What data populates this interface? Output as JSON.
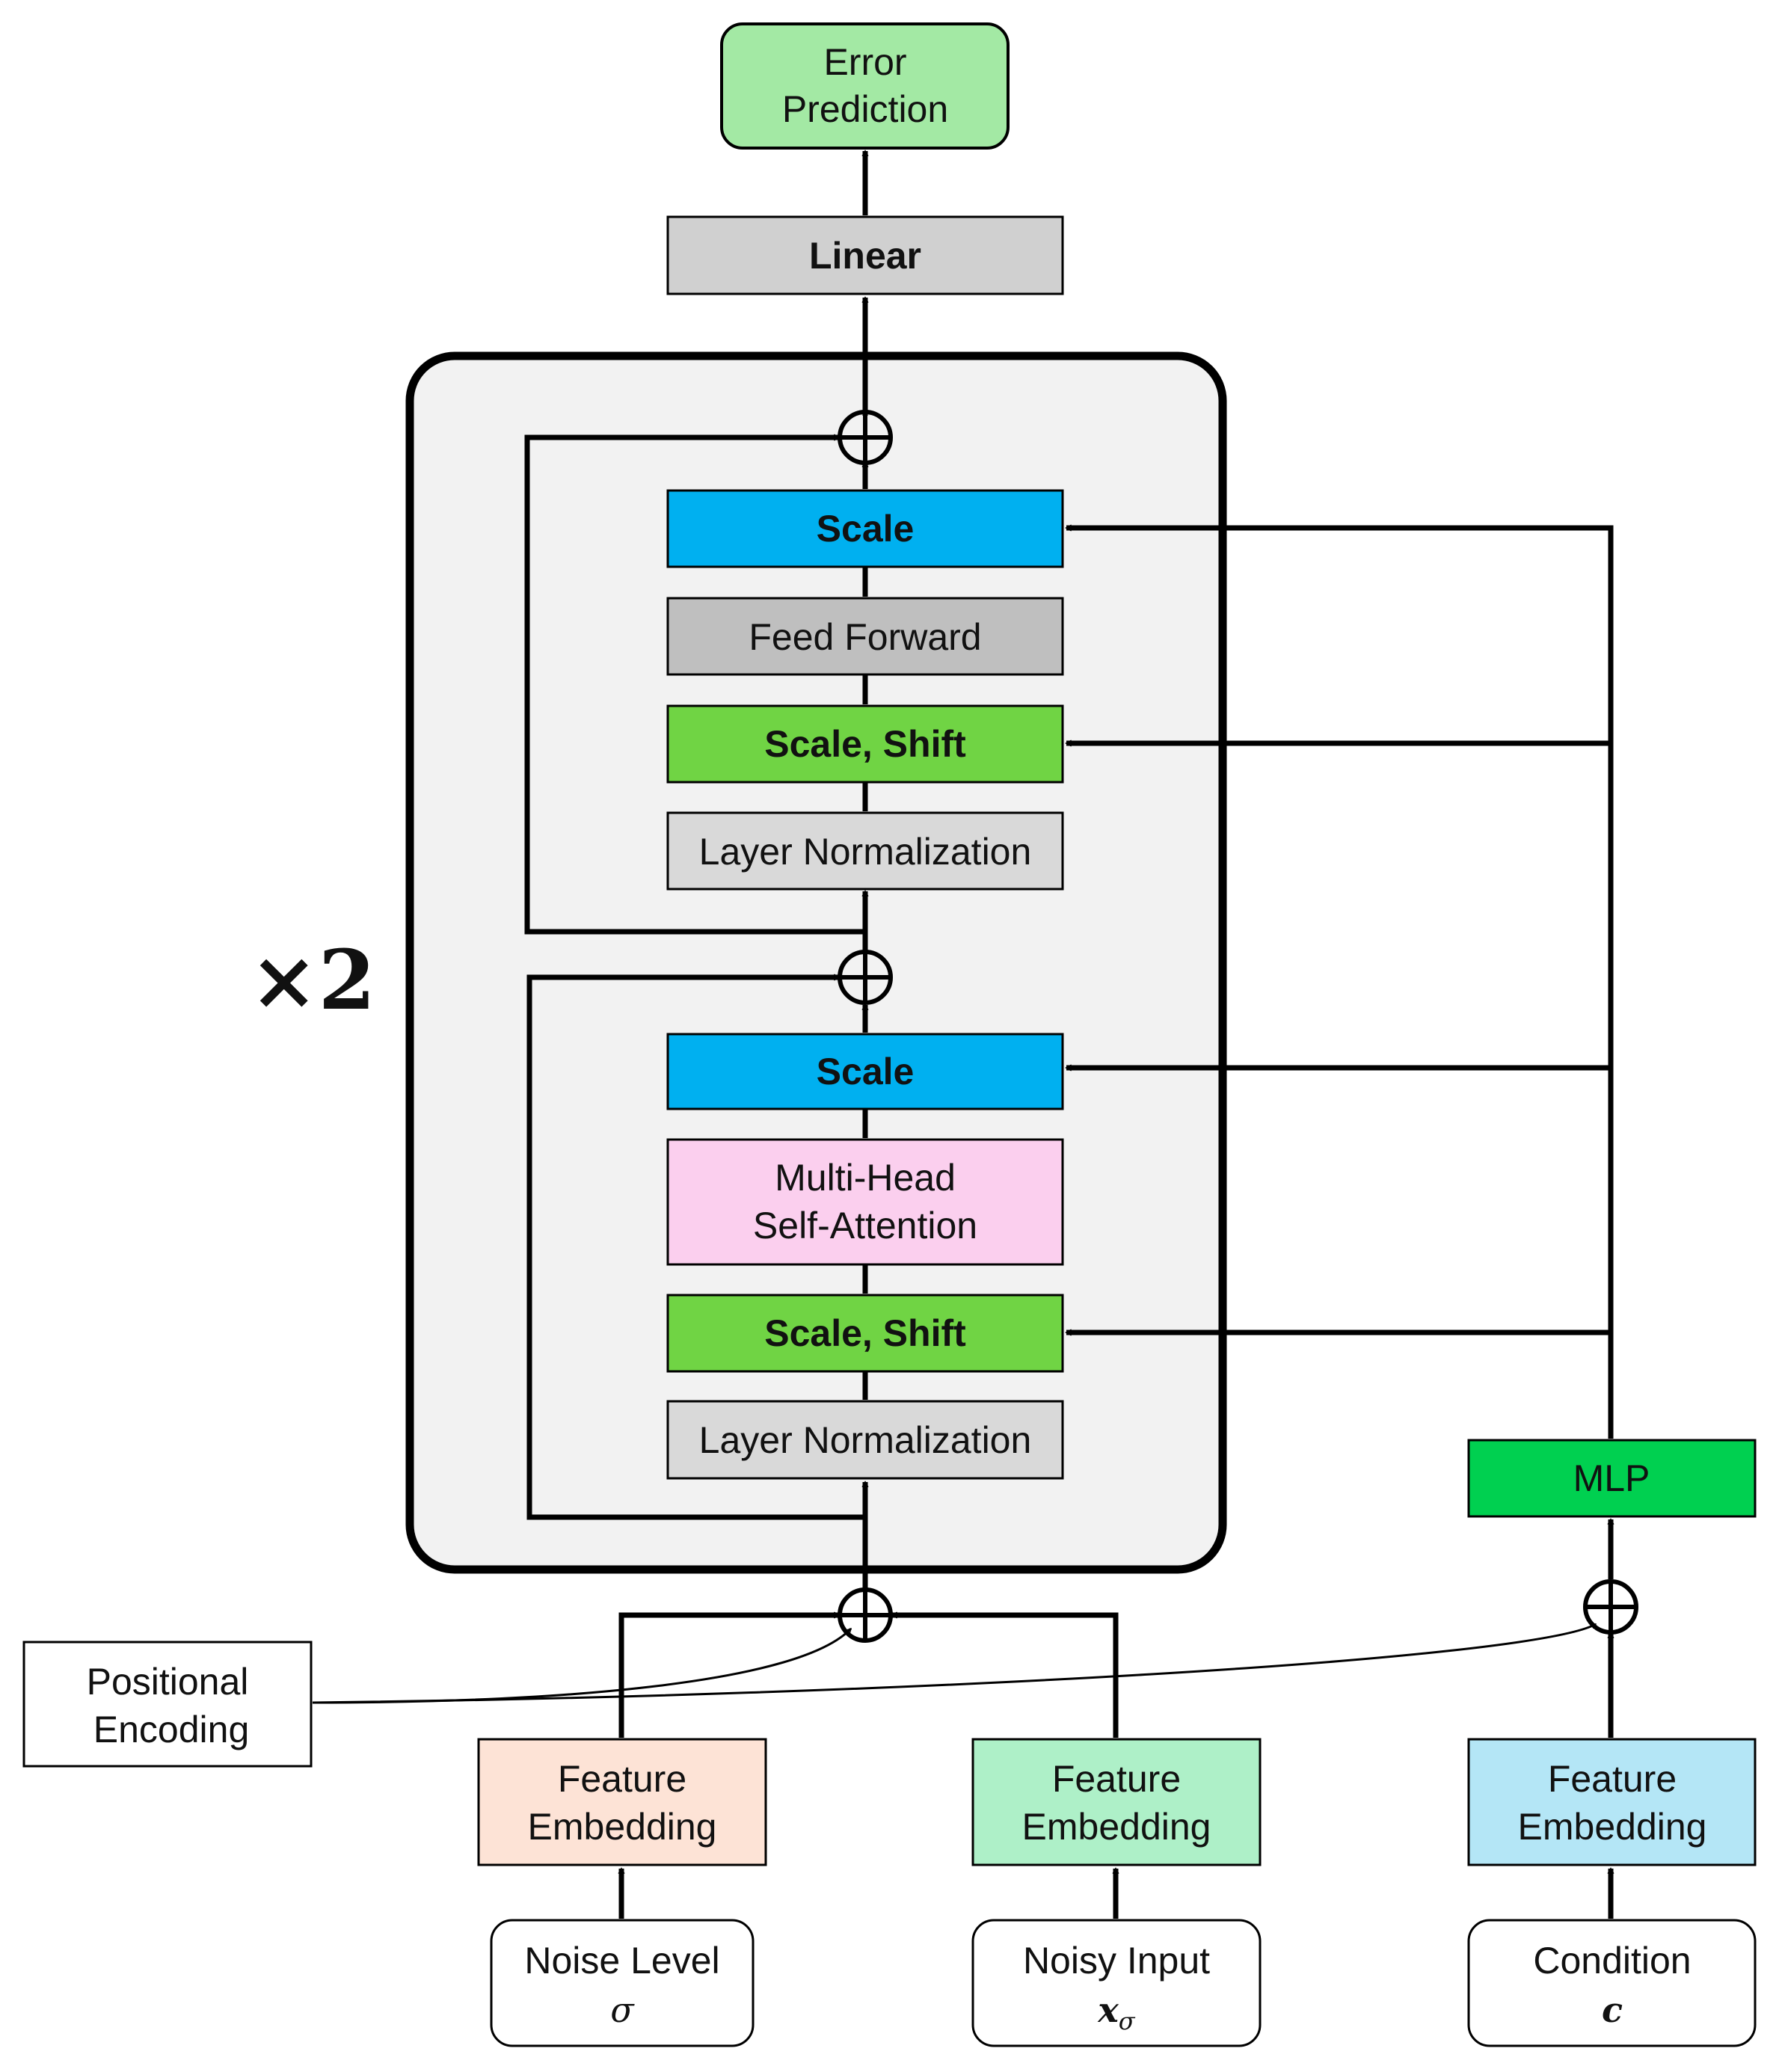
{
  "colors": {
    "scale": "#00b0f0",
    "scale_shift": "#70d444",
    "feed_forward": "#bfbfbf",
    "layer_norm": "#d9d9d9",
    "attention": "#fbcfee",
    "linear": "#d0d0d0",
    "error_prediction": "#a3e9a4",
    "mlp": "#00d050",
    "embed_noise_level": "#fde3d6",
    "embed_noisy_input": "#aef0c8",
    "embed_condition": "#b4e6f6",
    "block_bg": "#f2f2f2"
  },
  "output": {
    "line1": "Error",
    "line2": "Prediction"
  },
  "linear": {
    "label": "Linear"
  },
  "block": {
    "repeat": "×2",
    "upper": {
      "scale": "Scale",
      "feed_forward": "Feed Forward",
      "scale_shift": "Scale, Shift",
      "layer_norm": "Layer Normalization"
    },
    "lower": {
      "scale": "Scale",
      "attention_line1": "Multi-Head",
      "attention_line2": "Self-Attention",
      "scale_shift": "Scale, Shift",
      "layer_norm": "Layer Normalization"
    }
  },
  "mlp": {
    "label": "MLP"
  },
  "positional_encoding": {
    "line1": "Positional",
    "line2": "Encoding"
  },
  "embeddings": {
    "noise_level": {
      "line1": "Feature",
      "line2": "Embedding"
    },
    "noisy_input": {
      "line1": "Feature",
      "line2": "Embedding"
    },
    "condition": {
      "line1": "Feature",
      "line2": "Embedding"
    }
  },
  "inputs": {
    "noise_level": {
      "label": "Noise Level",
      "symbol": "σ"
    },
    "noisy_input": {
      "label": "Noisy Input",
      "symbol": "x",
      "subscript": "σ"
    },
    "condition": {
      "label": "Condition",
      "symbol": "c"
    }
  },
  "icons": {
    "add": "circle-plus-icon"
  }
}
